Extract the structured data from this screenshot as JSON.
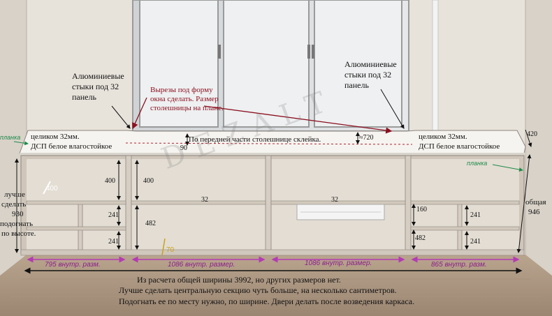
{
  "watermark": "DEZALT",
  "labels": {
    "alu_left_1": "Алюминиевые",
    "alu_left_2": "стыки под 32",
    "alu_left_3": "панель",
    "alu_right_1": "Алюминиевые",
    "alu_right_2": "стыки под 32",
    "alu_right_3": "панель",
    "cutout_1": "Вырезы под форму",
    "cutout_2": "окна сделать. Размер",
    "cutout_3": "столешницы на плане.",
    "left_top_1": "целиком 32мм.",
    "left_top_2": "ДСП белое влагостойкое",
    "right_top_1": "целиком 32мм.",
    "right_top_2": "ДСП белое влагостойкое",
    "glue_note": "По передней части столешнице склейка.",
    "d720": "≈720",
    "d90": "90",
    "d420": "420",
    "planka_left": "планка",
    "planka_right": "планка",
    "total_1": "общая",
    "total_2": "946",
    "left_side_1": "лучше",
    "left_side_2": "сделать",
    "left_side_3": "930",
    "left_side_4": "подогнать",
    "left_side_5": "по высоте."
  },
  "dims": {
    "s1_400": "400",
    "s1_241a": "241",
    "s1_241b": "241",
    "s2_400": "400",
    "s2_482": "482",
    "s2_32": "32",
    "s2_70": "70",
    "s3_32": "32",
    "s4_160": "160",
    "s4_482": "482",
    "s4_241a": "241",
    "s4_241b": "241"
  },
  "widths": {
    "w1": "795 внутр. разм.",
    "w2": "1086 внутр. размер.",
    "w3": "1086 внутр. размер.",
    "w4": "865 внутр. разм."
  },
  "notes": {
    "line1": "Из расчета общей ширины 3992, но других размеров нет.",
    "line2": "Лучше сделать центральную секцию чуть больше, на несколько сантиметров.",
    "line3": "Подогнать ее по месту нужно, по ширине.  Двери делать после возведения каркаса."
  },
  "colors": {
    "wall": "#e7e2da",
    "panel": "#f4f2ee",
    "arrow_red": "#8b1020",
    "magenta": "#b33bb3",
    "green": "#1f8a4a"
  }
}
